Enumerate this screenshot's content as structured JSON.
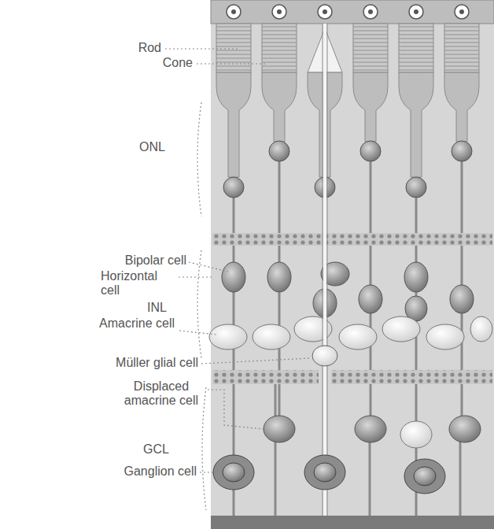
{
  "diagram": {
    "labels": [
      "Rod",
      "Cone",
      "ONL",
      "Bipolar cell",
      "Horizontal cell",
      "INL",
      "Amacrine cell",
      "Müller glial cell",
      "Displaced amacrine cell",
      "GCL",
      "Ganglion cell"
    ]
  }
}
